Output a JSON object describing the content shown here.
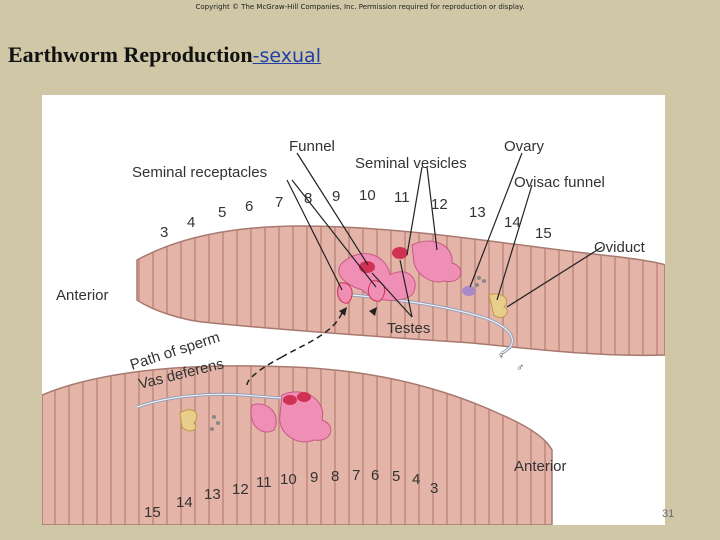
{
  "header": {
    "copyright": "Copyright © The McGraw-Hill Companies, Inc. Permission required for reproduction or display.",
    "title": "Earthworm Reproduction",
    "title_link": "-sexual"
  },
  "figure": {
    "labels": {
      "funnel": "Funnel",
      "ovary": "Ovary",
      "seminal_receptacles": "Seminal receptacles",
      "seminal_vesicles": "Seminal vesicles",
      "ovisac_funnel": "Ovisac funnel",
      "oviduct": "Oviduct",
      "anterior_top": "Anterior",
      "testes": "Testes",
      "path_of_sperm": "Path of sperm",
      "vas_deferens": "Vas deferens",
      "anterior_bottom": "Anterior",
      "female_symbol": "♀",
      "male_symbol": "♂"
    },
    "segments_top": [
      "3",
      "4",
      "5",
      "6",
      "7",
      "8",
      "9",
      "10",
      "11",
      "12",
      "13",
      "14",
      "15"
    ],
    "segments_bottom": [
      "15",
      "14",
      "13",
      "12",
      "11",
      "10",
      "9",
      "8",
      "7",
      "6",
      "5",
      "4",
      "3"
    ]
  },
  "footer": {
    "page_number": "31"
  },
  "colors": {
    "background": "#cfc7a6",
    "worm": "#e3b4a7",
    "organ_pink": "#ef8fb6",
    "organ_red": "#cf3254",
    "link": "#1f3fa8"
  }
}
